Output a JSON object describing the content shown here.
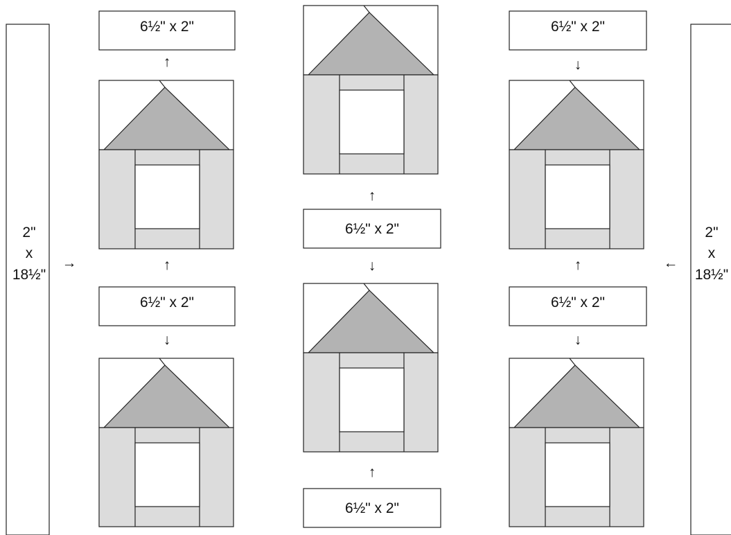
{
  "sashing": {
    "short_label": "6½\" x 2\"",
    "long_label_lines": [
      "2\"",
      "x",
      "18½\""
    ]
  },
  "arrows": {
    "up": "↑",
    "down": "↓",
    "right": "→",
    "left": "←"
  },
  "colors": {
    "background": "#ffffff",
    "line": "#222222",
    "roof": "#b3b3b3",
    "house_body": "#dcdcdc",
    "window": "#ffffff"
  }
}
